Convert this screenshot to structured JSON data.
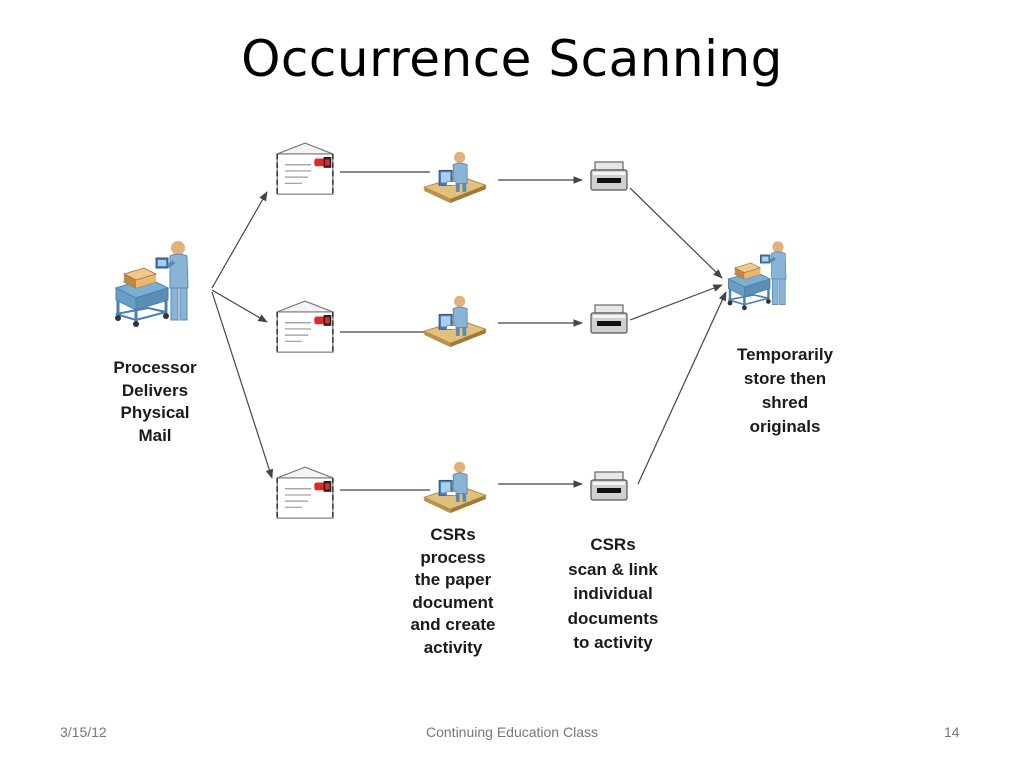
{
  "slide": {
    "title": "Occurrence Scanning",
    "footer": {
      "date": "3/15/12",
      "center": "Continuing Education Class",
      "page": "14"
    }
  },
  "labels": {
    "processor": [
      "Processor",
      "Delivers",
      "Physical",
      "Mail"
    ],
    "csr_process": [
      "CSRs",
      "process",
      "the paper",
      "document",
      "and create",
      "activity"
    ],
    "csr_scan": [
      "CSRs",
      "scan & link",
      "individual",
      "documents",
      "to activity"
    ],
    "store": [
      "Temporarily",
      "store then",
      "shred",
      "originals"
    ]
  },
  "icons": {
    "processor": "mail-cart-person-icon",
    "envelope": "envelope-icon",
    "workstation": "csr-workstation-icon",
    "scanner": "scanner-icon",
    "store": "storage-cart-person-icon"
  },
  "colors": {
    "person": "#8ab4d6",
    "skin": "#e3b07a",
    "desk": "#e0c07a",
    "cart": "#7aaed3",
    "box": "#d9a35a",
    "envelope_mark": "#d92c2c",
    "arrow": "#444444"
  }
}
